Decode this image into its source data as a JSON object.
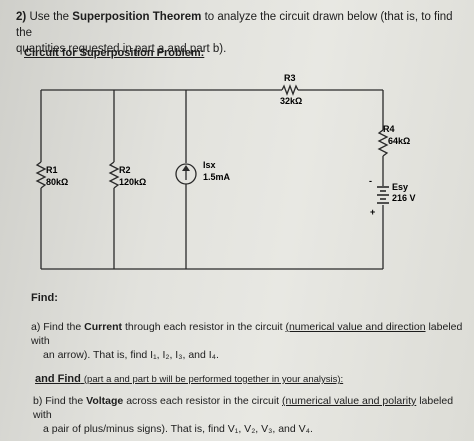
{
  "header": {
    "number": "2)",
    "lead": "Use the",
    "theorem": "Superposition Theorem",
    "rest": "to analyze the circuit drawn below (that is, to find the",
    "line2": "quantities requested in part a and part b)."
  },
  "circuit_title": "Circuit for Superposition Problem:",
  "components": {
    "r1": {
      "name": "R1",
      "value": "80kΩ"
    },
    "r2": {
      "name": "R2",
      "value": "120kΩ"
    },
    "isx": {
      "name": "Isx",
      "value": "1.5mA"
    },
    "r3": {
      "name": "R3",
      "value": "32kΩ"
    },
    "r4": {
      "name": "R4",
      "value": "64kΩ"
    },
    "esy": {
      "name": "Esy",
      "value": "216 V",
      "minus": "-",
      "plus": "+"
    }
  },
  "find": {
    "label": "Find:",
    "a": {
      "prefix": "a) Find the",
      "bold": "Current",
      "mid": "through each resistor in the circuit",
      "underlined": "(numerical value and direction",
      "tail": "labeled with",
      "line2": "an arrow). That is, find I₁, I₂, I₃, and I₄."
    },
    "and_find": "and Find",
    "and_find_note": "(part a and part b will be performed together in your analysis):",
    "b": {
      "prefix": "b) Find the",
      "bold": "Voltage",
      "mid": "across each resistor in the circuit",
      "underlined": "(numerical value and polarity",
      "tail": "labeled with",
      "line2": "a pair of plus/minus signs). That is, find V₁, V₂, V₃, and V₄."
    }
  },
  "colors": {
    "wire": "#2a2a2a",
    "paper": "#e6e6e1"
  }
}
